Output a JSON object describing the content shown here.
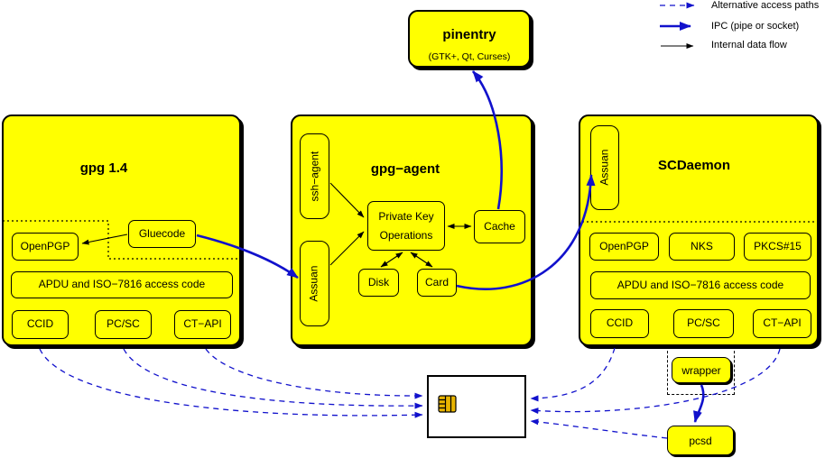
{
  "legend": {
    "alt": "Alternative access paths",
    "ipc": "IPC (pipe or socket)",
    "internal": "Internal data flow"
  },
  "pinentry": {
    "title": "pinentry",
    "subtitle": "(GTK+, Qt, Curses)"
  },
  "gpg14": {
    "title": "gpg 1.4",
    "gluecode": "Gluecode",
    "openpgp": "OpenPGP",
    "apdu": "APDU and ISO−7816 access code",
    "ccid": "CCID",
    "pcsc": "PC/SC",
    "ctapi": "CT−API"
  },
  "gpgagent": {
    "title": "gpg−agent",
    "sshagent": "ssh−agent",
    "assuan": "Assuan",
    "pko_line1": "Private Key",
    "pko_line2": "Operations",
    "cache": "Cache",
    "disk": "Disk",
    "card": "Card"
  },
  "scdaemon": {
    "title": "SCDaemon",
    "assuan": "Assuan",
    "openpgp": "OpenPGP",
    "nks": "NKS",
    "pkcs15": "PKCS#15",
    "apdu": "APDU and ISO−7816 access code",
    "ccid": "CCID",
    "pcsc": "PC/SC",
    "ctapi": "CT−API"
  },
  "external": {
    "wrapper": "wrapper",
    "pcsd": "pcsd"
  },
  "colors": {
    "fill": "#ffff00",
    "blue": "#1111cc",
    "line": "#000000",
    "chip": "#e8b400"
  }
}
